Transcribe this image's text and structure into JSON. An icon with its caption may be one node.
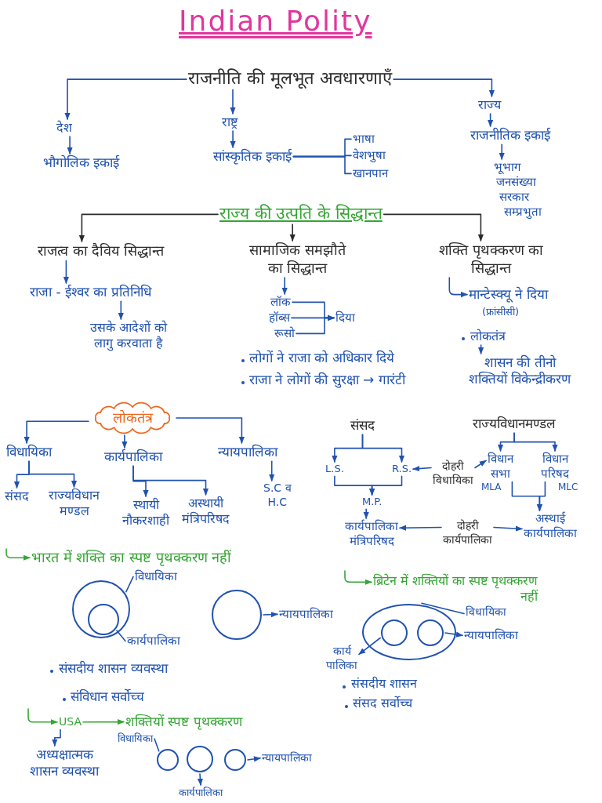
{
  "diagram": {
    "title": "Indian Polity",
    "nodes": [
      {
        "text": [
          "राजनीति की मूलभूत अवधारणाएँ"
        ]
      },
      {
        "text": [
          "देश"
        ]
      },
      {
        "text": [
          "भौगोलिक इकाई"
        ]
      },
      {
        "text": [
          "राष्ट्र"
        ]
      },
      {
        "text": [
          "सांस्कृतिक इकाई"
        ]
      },
      {
        "text": [
          "भाषा"
        ]
      },
      {
        "text": [
          "वेशभुषा"
        ]
      },
      {
        "text": [
          "खानपान"
        ]
      },
      {
        "text": [
          "राज्य"
        ]
      },
      {
        "text": [
          "राजनीतिक इकाई"
        ]
      },
      {
        "text": [
          "भूभाग"
        ]
      },
      {
        "text": [
          "जनसंख्या"
        ]
      },
      {
        "text": [
          "सरकार"
        ]
      },
      {
        "text": [
          "सम्प्रभुता"
        ]
      },
      {
        "text": [
          "राज्य की उत्पति के सिद्धान्त"
        ]
      },
      {
        "text": [
          "राजत्व का दैविय सिद्धान्त"
        ]
      },
      {
        "text": [
          "राजा - ईश्वर का प्रतिनिधि"
        ]
      },
      {
        "text": [
          "उसके आदेशों को लागु करवाता है"
        ]
      },
      {
        "text": [
          "सामाजिक समझौते का सिद्धान्त"
        ]
      },
      {
        "text": [
          "लॉक"
        ]
      },
      {
        "text": [
          "हॉब्स"
        ]
      },
      {
        "text": [
          "रूसो"
        ]
      },
      {
        "text": [
          "दिया"
        ]
      },
      {
        "text": [
          "शक्ति पृथक्करण का सिद्धान्त"
        ]
      },
      {
        "text": [
          "मान्टेस्क्यू ने दिया"
        ],
        "beside": [
          "(फ्रांसीसी)"
        ]
      },
      {
        "text": [
          "लोकतंत्र"
        ]
      },
      {
        "text": [
          "शासन की तीनो शक्तियों विकेन्द्रीकरण"
        ]
      },
      {
        "text": [
          "लोकतंत्र"
        ]
      },
      {
        "text": [
          "विधायिका"
        ]
      },
      {
        "text": [
          "कार्यपालिका"
        ]
      },
      {
        "text": [
          "न्यायपालिका"
        ]
      },
      {
        "text": [
          "संसद"
        ]
      },
      {
        "text": [
          "राज्यविधान मण्डल"
        ]
      },
      {
        "text": [
          "स्थायी नौकरशाही"
        ]
      },
      {
        "text": [
          "अस्थायी मंत्रिपरिषद"
        ]
      },
      {
        "text": [
          "S.C व H.C"
        ]
      },
      {
        "text": [
          "संसद"
        ]
      },
      {
        "text": [
          "राज्यविधानमण्डल"
        ]
      },
      {
        "text": [
          "L.S."
        ]
      },
      {
        "text": [
          "R.S."
        ]
      },
      {
        "text": [
          "दोहरी विधायिका"
        ]
      },
      {
        "text": [
          "विधान सभा"
        ],
        "beside": [
          "MLA"
        ]
      },
      {
        "text": [
          "विधान परिषद"
        ],
        "beside": [
          "MLC"
        ]
      },
      {
        "text": [
          "M.P."
        ]
      },
      {
        "text": [
          "कार्यपालिका मंत्रिपरिषद"
        ]
      },
      {
        "text": [
          "दोहरी कार्यपालिका"
        ]
      },
      {
        "text": [
          "अस्थाई कार्यपालिका"
        ]
      },
      {
        "text": [
          "भारत में शक्ति का स्पष्ट पृथक्करण नहीं"
        ]
      },
      {
        "text": [],
        "shape": "circle"
      },
      {
        "text": [],
        "shape": "circle",
        "in": 48
      },
      {
        "text": [
          "विधायिका"
        ]
      },
      {
        "text": [
          "कार्यपालिका"
        ]
      },
      {
        "text": [],
        "shape": "circle"
      },
      {
        "text": [
          "न्यायपालिका"
        ]
      },
      {
        "text": [
          "ब्रिटेन में शक्तियों का स्पष्ट पृथक्करण नहीं"
        ]
      },
      {
        "text": [],
        "shape": "ellipse"
      },
      {
        "text": [],
        "shape": "circle",
        "in": 55
      },
      {
        "text": [],
        "shape": "circle",
        "in": 55
      },
      {
        "text": [
          "विधायिका"
        ]
      },
      {
        "text": [
          "न्यायपालिका"
        ]
      },
      {
        "text": [
          "कार्य पालिका"
        ]
      },
      {
        "text": [
          "USA"
        ]
      },
      {
        "text": [
          "शक्तियों स्पष्ट पृथक्करण"
        ]
      },
      {
        "text": [
          "अध्यक्षात्मक शासन व्यवस्था"
        ]
      },
      {
        "text": [],
        "shape": "circle"
      },
      {
        "text": [],
        "shape": "circle"
      },
      {
        "text": [],
        "shape": "circle"
      },
      {
        "text": [
          "विधायिका"
        ]
      },
      {
        "text": [
          "कार्यपालिका"
        ]
      },
      {
        "text": [
          "न्यायपालिका"
        ]
      }
    ],
    "edges": [
      {
        "from": 0,
        "to": 1,
        "arrow": "to"
      },
      {
        "from": 0,
        "to": 3,
        "arrow": "to"
      },
      {
        "from": 0,
        "to": 8,
        "arrow": "to"
      },
      {
        "from": 1,
        "to": 2,
        "arrow": "to"
      },
      {
        "from": 3,
        "to": 4,
        "arrow": "to"
      },
      {
        "from": 4,
        "to": 5,
        "arrow": "none"
      },
      {
        "from": 4,
        "to": 6,
        "arrow": "none"
      },
      {
        "from": 4,
        "to": 7,
        "arrow": "none"
      },
      {
        "from": 8,
        "to": 9,
        "arrow": "to"
      },
      {
        "from": 9,
        "to": 10,
        "arrow": "to"
      },
      {
        "from": 14,
        "to": 15,
        "arrow": "to",
        "color": "#2b2b2b"
      },
      {
        "from": 14,
        "to": 18,
        "arrow": "to",
        "color": "#2b2b2b"
      },
      {
        "from": 14,
        "to": 23,
        "arrow": "to",
        "color": "#2b2b2b"
      },
      {
        "from": 15,
        "to": 16,
        "arrow": "to"
      },
      {
        "from": 16,
        "to": 17,
        "arrow": "to"
      },
      {
        "from": 18,
        "to": 19,
        "arrow": "to"
      },
      {
        "from": 19,
        "to": 22,
        "arrow": "to"
      },
      {
        "from": 20,
        "to": 22,
        "arrow": "to"
      },
      {
        "from": 21,
        "to": 22,
        "arrow": "to"
      },
      {
        "from": 23,
        "to": 24,
        "arrow": "to"
      },
      {
        "from": 25,
        "to": 26,
        "arrow": "to"
      },
      {
        "from": 27,
        "to": 28,
        "arrow": "to"
      },
      {
        "from": 27,
        "to": 29,
        "arrow": "to"
      },
      {
        "from": 27,
        "to": 30,
        "arrow": "to"
      },
      {
        "from": 28,
        "to": 31,
        "arrow": "to"
      },
      {
        "from": 28,
        "to": 32,
        "arrow": "to"
      },
      {
        "from": 29,
        "to": 33,
        "arrow": "to"
      },
      {
        "from": 29,
        "to": 34,
        "arrow": "to"
      },
      {
        "from": 30,
        "to": 35,
        "arrow": "to"
      },
      {
        "from": 36,
        "to": 38,
        "arrow": "to"
      },
      {
        "from": 36,
        "to": 39,
        "arrow": "to"
      },
      {
        "from": 37,
        "to": 41,
        "arrow": "to"
      },
      {
        "from": 37,
        "to": 42,
        "arrow": "to"
      },
      {
        "from": 40,
        "to": 39,
        "arrow": "to"
      },
      {
        "from": 40,
        "to": 41,
        "arrow": "to"
      },
      {
        "from": 38,
        "to": 43,
        "arrow": "to"
      },
      {
        "from": 39,
        "to": 43,
        "arrow": "to"
      },
      {
        "from": 41,
        "to": 46,
        "arrow": "to"
      },
      {
        "from": 42,
        "to": 46,
        "arrow": "to"
      },
      {
        "from": 43,
        "to": 44,
        "arrow": "to"
      },
      {
        "from": 45,
        "to": 44,
        "arrow": "to"
      },
      {
        "from": 45,
        "to": 46,
        "arrow": "to"
      },
      {
        "from": null,
        "to": 47,
        "arrow": "to",
        "color": "#35a534"
      },
      {
        "from": 50,
        "to": 48,
        "arrow": "none"
      },
      {
        "from": 51,
        "to": 49,
        "arrow": "none"
      },
      {
        "from": 52,
        "to": 53,
        "arrow": "to"
      },
      {
        "from": null,
        "to": 54,
        "arrow": "to",
        "color": "#35a534"
      },
      {
        "from": 58,
        "to": 55,
        "arrow": "none"
      },
      {
        "from": 57,
        "to": 59,
        "arrow": "to"
      },
      {
        "from": 56,
        "to": 60,
        "arrow": "to"
      },
      {
        "from": null,
        "to": 61,
        "arrow": "to",
        "color": "#35a534"
      },
      {
        "from": 61,
        "to": 62,
        "arrow": "to",
        "color": "#35a534"
      },
      {
        "from": 61,
        "to": 63,
        "arrow": "to"
      },
      {
        "from": 67,
        "to": 64,
        "arrow": "none"
      },
      {
        "from": 65,
        "to": 68,
        "arrow": "to"
      },
      {
        "from": 66,
        "to": 69,
        "arrow": "to"
      }
    ],
    "labels": [
      "लोगों ने राजा को अधिकार दिये",
      "राजा ने लोगों की सुरक्षा → गारंटी",
      "संसदीय शासन व्यवस्था",
      "संसदीय शासन",
      "संविधान सर्वोच्च",
      "संसद सर्वोच्च"
    ]
  }
}
